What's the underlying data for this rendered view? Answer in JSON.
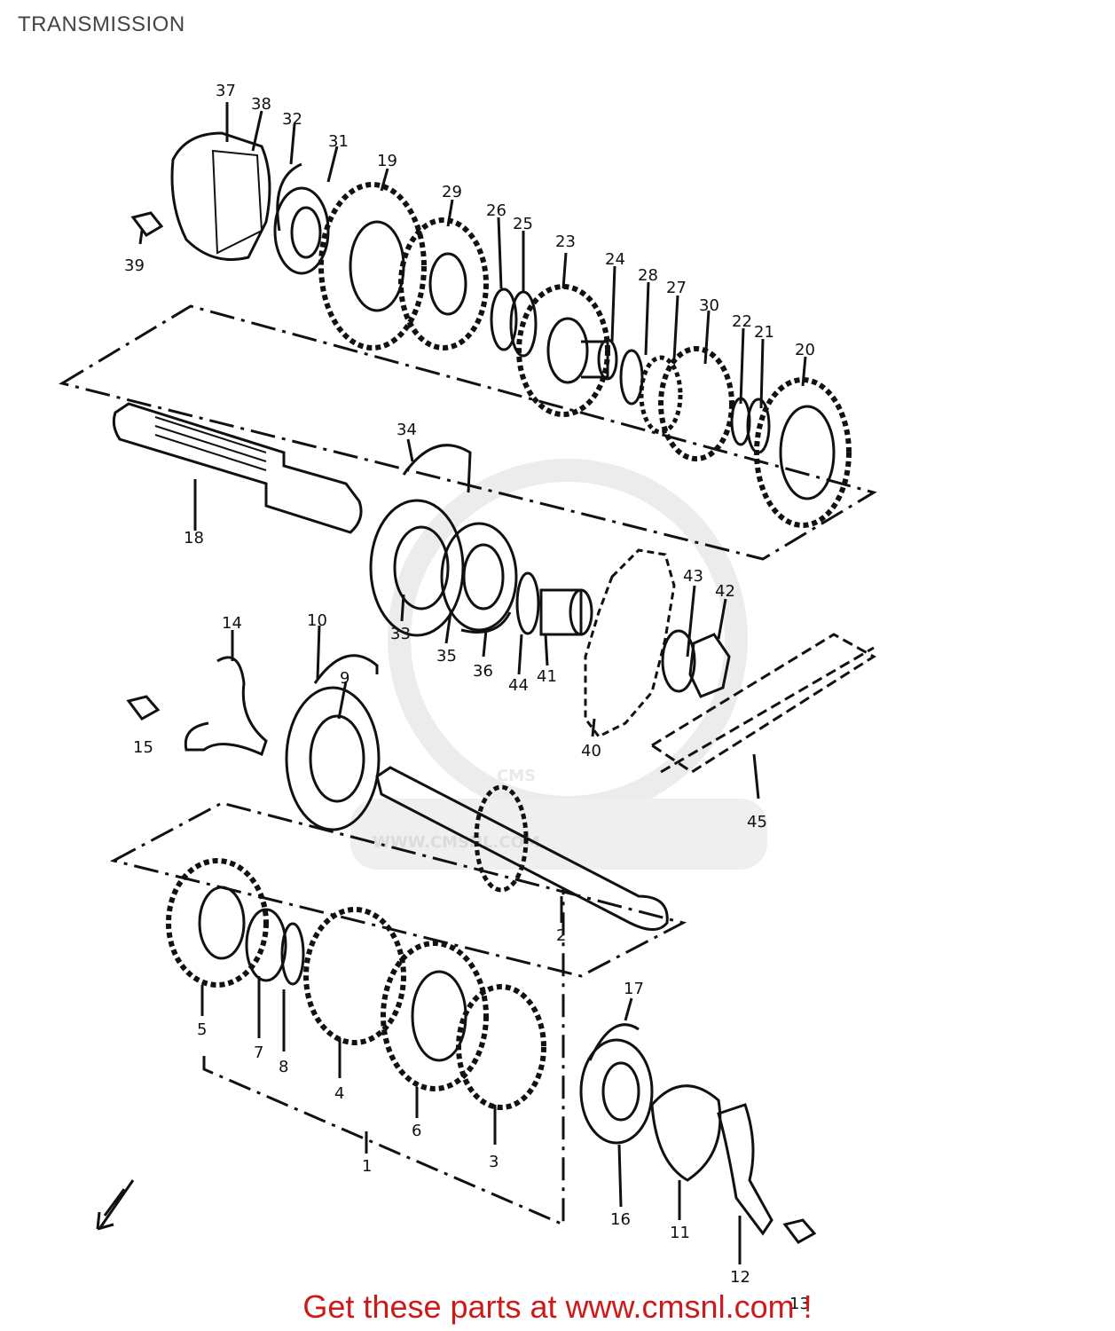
{
  "title": "TRANSMISSION",
  "footer_text": "Get these parts at www.cmsnl.com !",
  "watermark": {
    "brand": "CMS",
    "site": "WWW.CMSNL.COM"
  },
  "parts": [
    "1",
    "2",
    "3",
    "4",
    "5",
    "6",
    "7",
    "8",
    "9",
    "10",
    "11",
    "12",
    "13",
    "14",
    "15",
    "16",
    "17",
    "18",
    "19",
    "20",
    "21",
    "22",
    "23",
    "24",
    "25",
    "26",
    "27",
    "28",
    "29",
    "30",
    "31",
    "32",
    "33",
    "34",
    "35",
    "36",
    "37",
    "38",
    "39",
    "40",
    "41",
    "42",
    "43",
    "44",
    "45"
  ],
  "colors": {
    "line": "#111111",
    "footer": "#cc1a1a",
    "watermark": "#e9e9e9"
  }
}
